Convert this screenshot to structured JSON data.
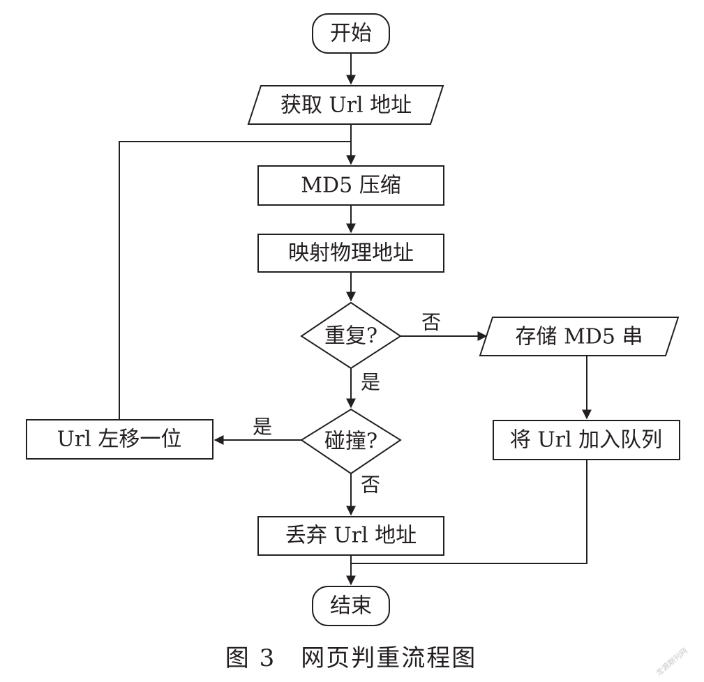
{
  "nodes": {
    "start": "开始",
    "get_url": "获取 Url 地址",
    "md5": "MD5 压缩",
    "map_addr": "映射物理地址",
    "duplicate": "重复?",
    "store_md5": "存储 MD5 串",
    "collision": "碰撞?",
    "shift_url": "Url 左移一位",
    "add_queue": "将 Url 加入队列",
    "discard": "丢弃 Url 地址",
    "end": "结束"
  },
  "edges": {
    "dup_no": "否",
    "dup_yes": "是",
    "col_yes": "是",
    "col_no": "否"
  },
  "caption": "图 3　网页判重流程图",
  "watermark": "龙源期刊网",
  "colors": {
    "stroke": "#231f20",
    "background": "#ffffff"
  }
}
